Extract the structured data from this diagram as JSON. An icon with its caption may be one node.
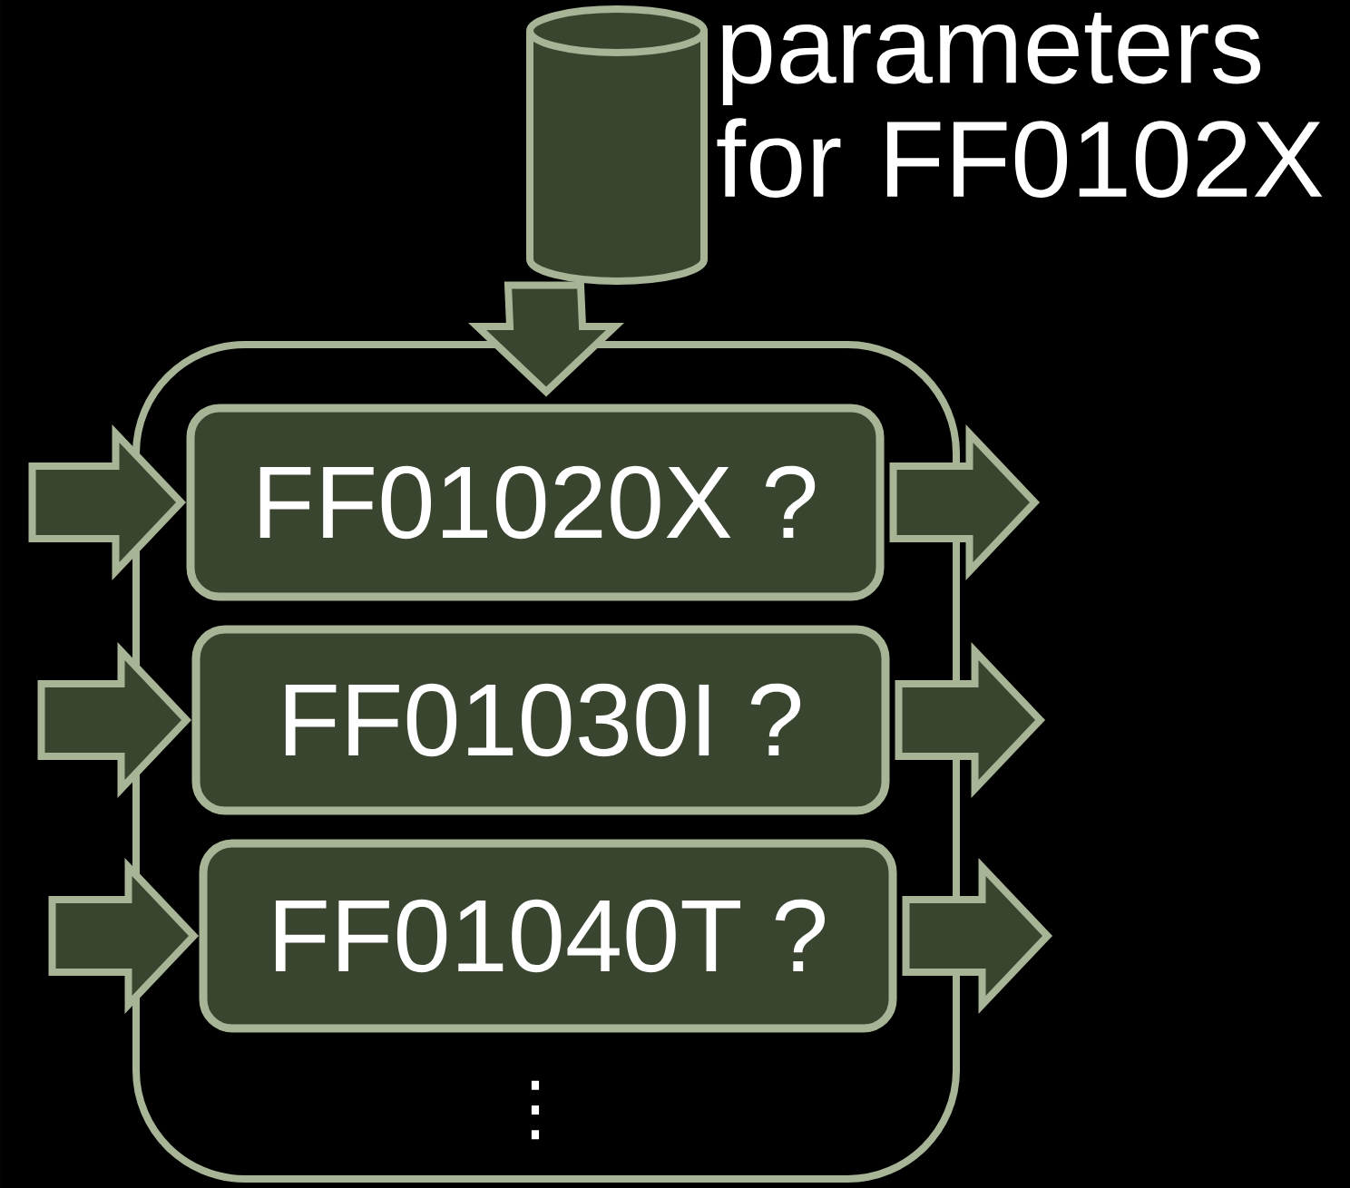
{
  "diagram": {
    "nodes": [
      {
        "text": [],
        "shape": "cylinder",
        "beside": [
          "parameters for FF0102X"
        ]
      },
      {
        "text": [],
        "shape": "box"
      },
      {
        "text": [
          "FF01020X ?"
        ],
        "in": 1
      },
      {
        "text": [
          "FF01030I ?"
        ],
        "in": 1
      },
      {
        "text": [
          "FF01040T ?"
        ],
        "in": 1
      }
    ],
    "edges": [
      {
        "from": 0,
        "to": 1,
        "arrow": "to"
      },
      {
        "from": null,
        "to": 2,
        "arrow": "to"
      },
      {
        "from": null,
        "to": 3,
        "arrow": "to"
      },
      {
        "from": null,
        "to": 4,
        "arrow": "to"
      },
      {
        "from": 2,
        "to": null,
        "arrow": "to"
      },
      {
        "from": 3,
        "to": null,
        "arrow": "to"
      },
      {
        "from": 4,
        "to": null,
        "arrow": "to"
      }
    ],
    "labels": [
      "⋮"
    ]
  }
}
